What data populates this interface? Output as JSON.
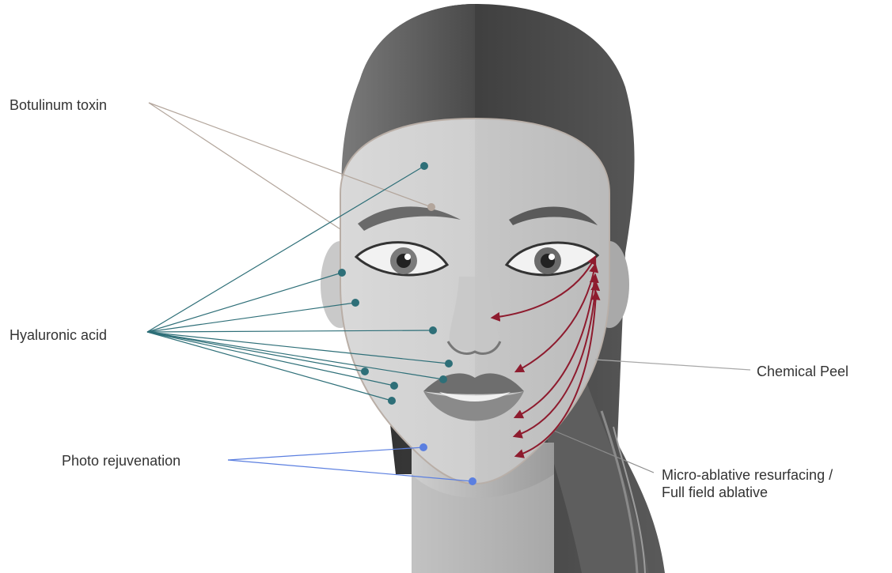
{
  "labels": {
    "botulinum": "Botulinum toxin",
    "hyaluronic": "Hyaluronic acid",
    "photo": "Photo rejuvenation",
    "peel": "Chemical Peel",
    "micro_line1": "Micro-ablative resurfacing /",
    "micro_line2": "Full field ablative"
  },
  "colors": {
    "botulinum": "#b3a69c",
    "hyaluronic": "#2e6f78",
    "photo": "#5b7fe0",
    "ablative": "#8e1b2e",
    "peel_line": "#a8a8a8"
  }
}
